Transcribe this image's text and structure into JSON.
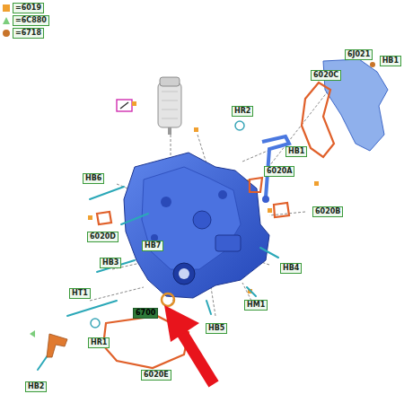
{
  "diagram": {
    "labels": [
      "6J021",
      "HB1",
      "6020C",
      "HR2",
      "HB1",
      "HB6",
      "6020A",
      "6020B",
      "6020D",
      "HB7",
      "HB3",
      "HB4",
      "HT1",
      "HM1",
      "6700",
      "HB5",
      "HR1",
      "6020E",
      "HB2"
    ],
    "legend": [
      {
        "text": "=6019",
        "color": "#f0a030"
      },
      {
        "text": "=6C880",
        "color": "#7ccd7c"
      },
      {
        "text": "=6718",
        "color": "#c8742a"
      }
    ]
  }
}
